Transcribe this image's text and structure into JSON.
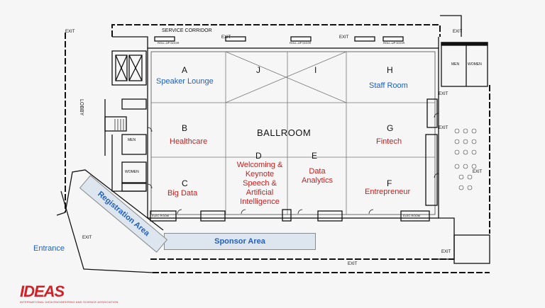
{
  "rooms": {
    "a": {
      "letter": "A",
      "name": "Speaker Lounge"
    },
    "j": {
      "letter": "J"
    },
    "i": {
      "letter": "I"
    },
    "h": {
      "letter": "H",
      "name": "Staff Room"
    },
    "b": {
      "letter": "B",
      "name": "Healthcare"
    },
    "g": {
      "letter": "G",
      "name": "Fintech"
    },
    "c": {
      "letter": "C",
      "name": "Big Data"
    },
    "d": {
      "letter": "D",
      "name_lines": [
        "Welcoming &",
        "Keynote",
        "Speech &",
        "Artificial",
        "Intelligence"
      ]
    },
    "e": {
      "letter": "E",
      "name_lines": [
        "Data",
        "Analytics"
      ]
    },
    "f": {
      "letter": "F",
      "name": "Entrepreneur"
    }
  },
  "ballroom_label": "BALLROOM",
  "areas": {
    "sponsor": "Sponsor Area",
    "registration": "Registration Area",
    "entrance": "Entrance"
  },
  "plan_labels": {
    "service_corridor": "SERVICE CORRIDOR",
    "lobby": "LOBBY",
    "exit": "EXIT",
    "men": "MEN",
    "women": "WOMEN",
    "roll_up_door": "ROLL-UP DOOR",
    "elec_room": "ELEC ROOM"
  },
  "logo": {
    "text": "IDEAS",
    "tagline": "INTERNATIONAL DATA ENGINEERING AND SCIENCE ASSOCIATION"
  },
  "colors": {
    "blue_label": "#1f5fbf",
    "red_label": "#c81e1e",
    "area_fill": "#dde6ee",
    "logo": "#d31f26"
  }
}
